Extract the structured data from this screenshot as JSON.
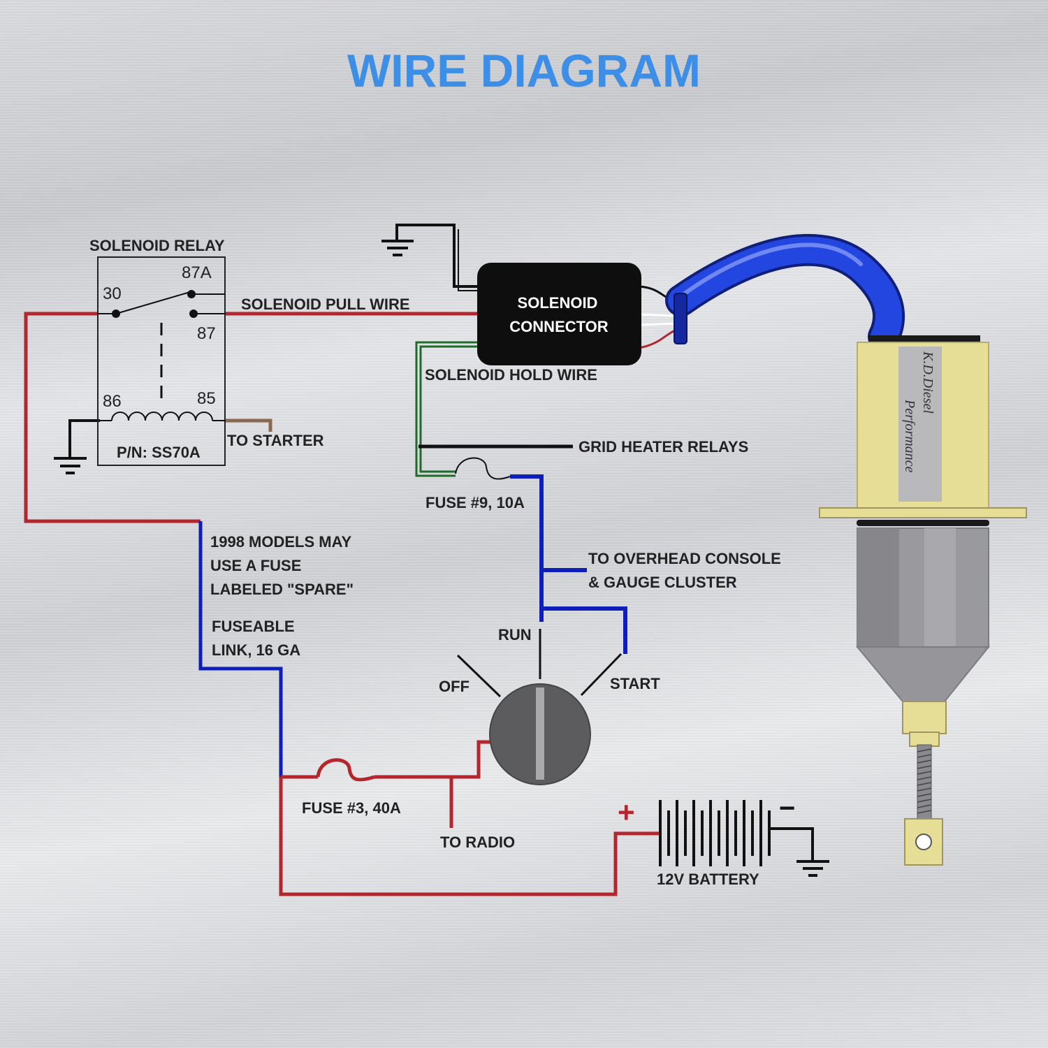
{
  "title": "WIRE DIAGRAM",
  "relay": {
    "name": "SOLENOID RELAY",
    "pin_30": "30",
    "pin_87a": "87A",
    "pin_87": "87",
    "pin_86": "86",
    "pin_85": "85",
    "part_number": "P/N: SS70A"
  },
  "connector": {
    "line1": "SOLENOID",
    "line2": "CONNECTOR"
  },
  "labels": {
    "pull_wire": "SOLENOID PULL WIRE",
    "hold_wire": "SOLENOID HOLD WIRE",
    "to_starter": "TO STARTER",
    "grid_heater": "GRID HEATER RELAYS",
    "fuse9": "FUSE #9, 10A",
    "overhead_1": "TO OVERHEAD CONSOLE",
    "overhead_2": "& GAUGE CLUSTER",
    "note_1": "1998 MODELS MAY",
    "note_2": "USE A FUSE",
    "note_3": "LABELED \"SPARE\"",
    "link_1": "FUSEABLE",
    "link_2": "LINK, 16 GA",
    "run": "RUN",
    "off": "OFF",
    "start": "START",
    "fuse3": "FUSE #3, 40A",
    "to_radio": "TO RADIO",
    "battery": "12V BATTERY",
    "plus": "+",
    "minus": "−"
  },
  "solenoid_brand": {
    "line1": "K.D.Diesel",
    "line2": "Performance"
  },
  "colors": {
    "title": "#3d8ee6",
    "red_wire": "#b3262d",
    "blue_wire": "#0d1fb8",
    "green_wire": "#1f6b2a",
    "black_wire": "#111111",
    "brown_wire": "#8a6a4e",
    "hose": "#1f3fd8",
    "solenoid_body": "#e6dd97",
    "solenoid_metal": "#9a9a9e"
  }
}
